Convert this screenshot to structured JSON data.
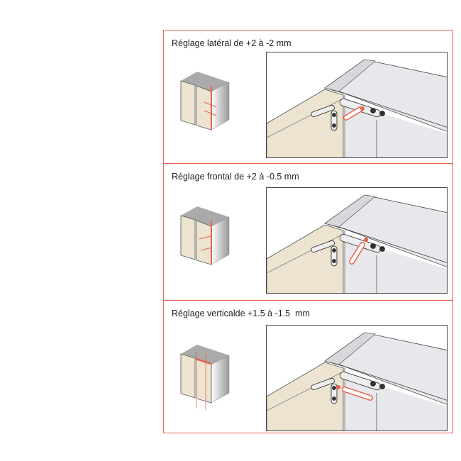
{
  "panels": [
    {
      "title": "Réglage latéral de +2 à -2 mm",
      "adjustment": "lateral"
    },
    {
      "title": "Réglage frontal de +2 à -0.5 mm",
      "adjustment": "frontal"
    },
    {
      "title": "Réglage verticalde +1.5 à -1.5  mm",
      "adjustment": "vertical"
    }
  ],
  "colors": {
    "accent": "#e8604a",
    "door": "#ece4d0",
    "cabinet": "#e8e8ec"
  }
}
